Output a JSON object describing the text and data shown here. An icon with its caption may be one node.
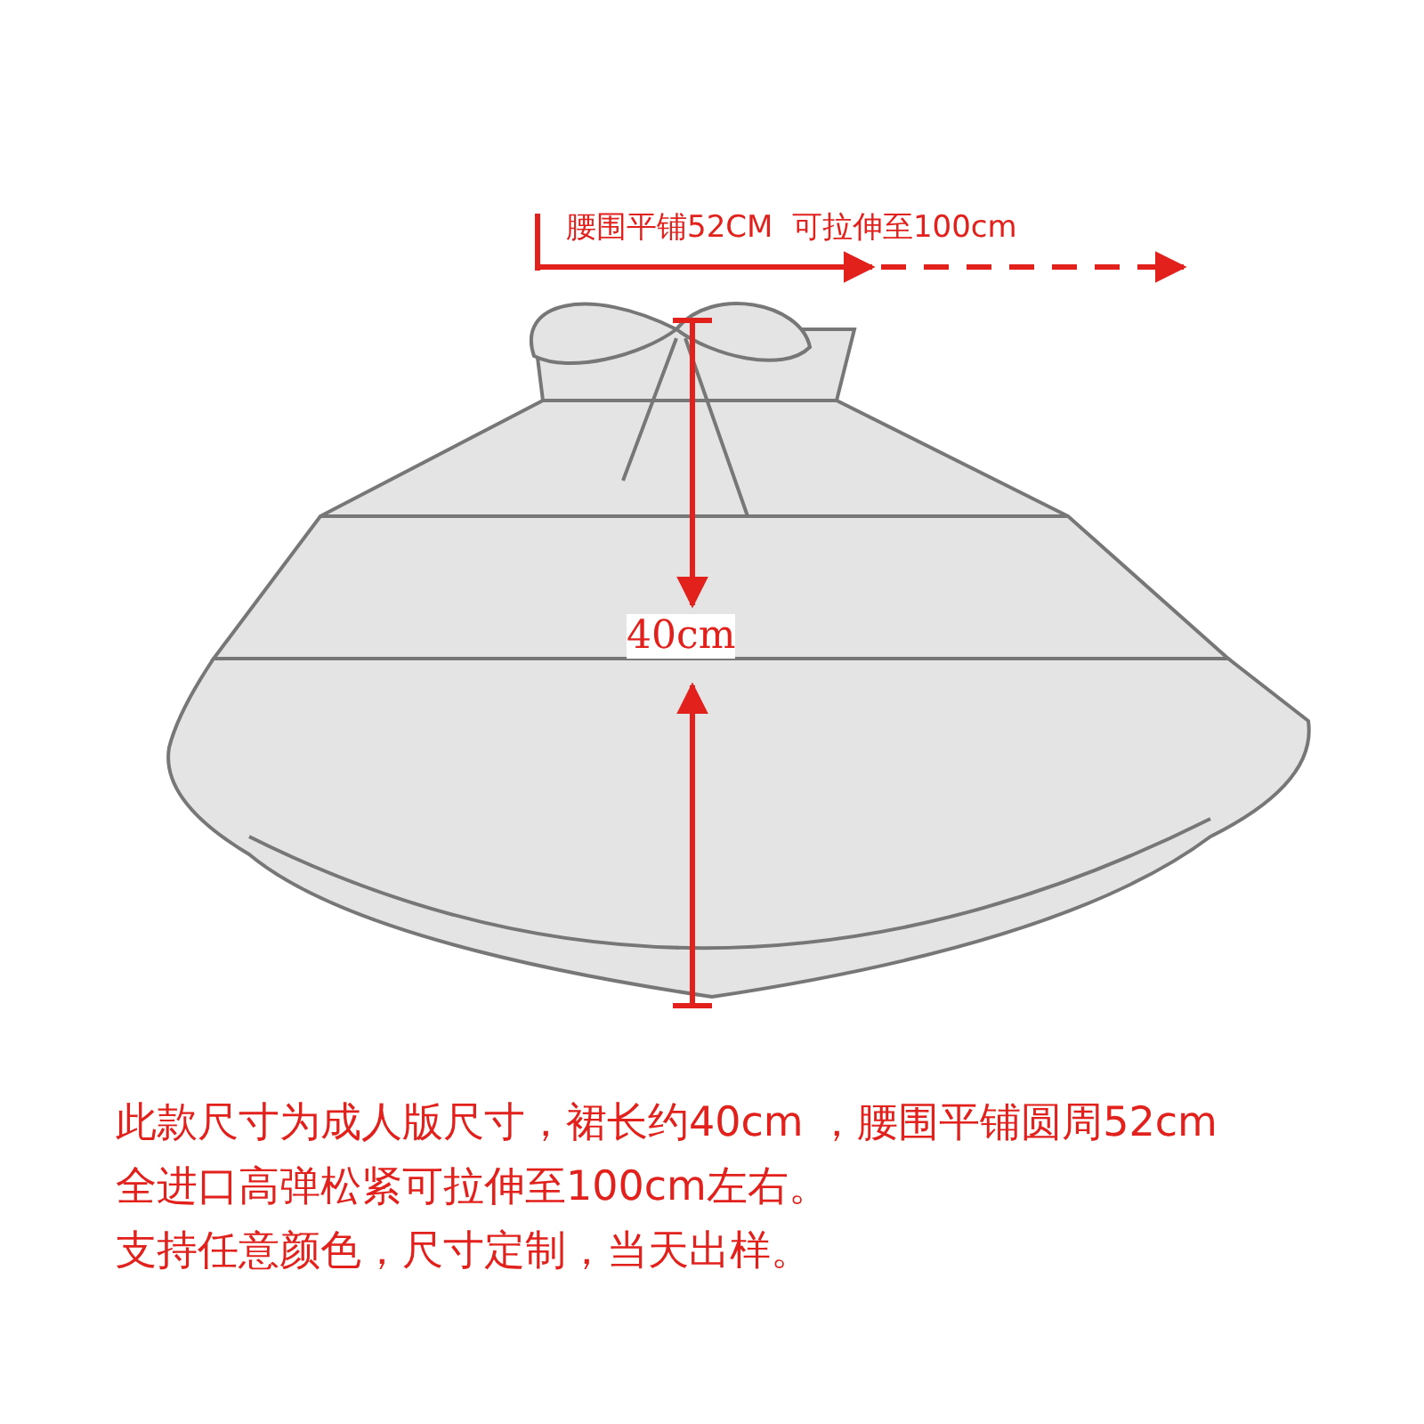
{
  "diagram": {
    "labels": [
      "腰围平铺52CM  可拉伸至100cm",
      "40cm",
      "此款尺寸为成人版尺寸，裙长约40cm ，腰围平铺圆周52cm",
      "全进口高弹松紧可拉伸至100cm左右。",
      "支持任意颜色，尺寸定制，当天出样。"
    ]
  }
}
